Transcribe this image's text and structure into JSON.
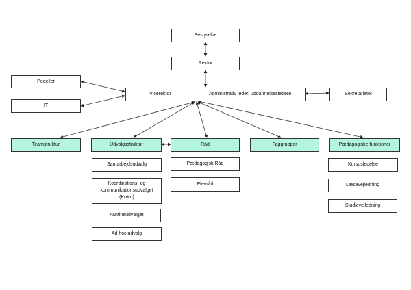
{
  "title": "Organisationsdiagram",
  "nodes": {
    "bestyrelse": "Bestyrelse",
    "rektor": "Rektor",
    "pedeller": "Pedeller",
    "it": "IT",
    "vicerektor": "Vicerektor",
    "administrativ": "Administrativ leder, uddannelsesledere",
    "sekretariatet": "Sekretariatet",
    "teamstruktur": "Teamstruktur",
    "udvalgsstruktur": "Udvalgsstruktur",
    "raad": "Råd",
    "faggrupper": "Faggrupper",
    "paedagogiske": "Pædagogiske funktioner"
  },
  "udvalg": [
    "Samarbejdsudvalg",
    "Koordinations- og kommunikationsudvalget (KoKo)",
    "Kantineudvalget",
    "Ad hoc udvalg"
  ],
  "raad_items": [
    "Pædagogisk Råd",
    "Elevråd"
  ],
  "funktioner": [
    "Kursusledelse",
    "Læsevejledning",
    "Studievejledning"
  ],
  "colors": {
    "highlight": "#b3f5e0",
    "border": "#333333"
  }
}
